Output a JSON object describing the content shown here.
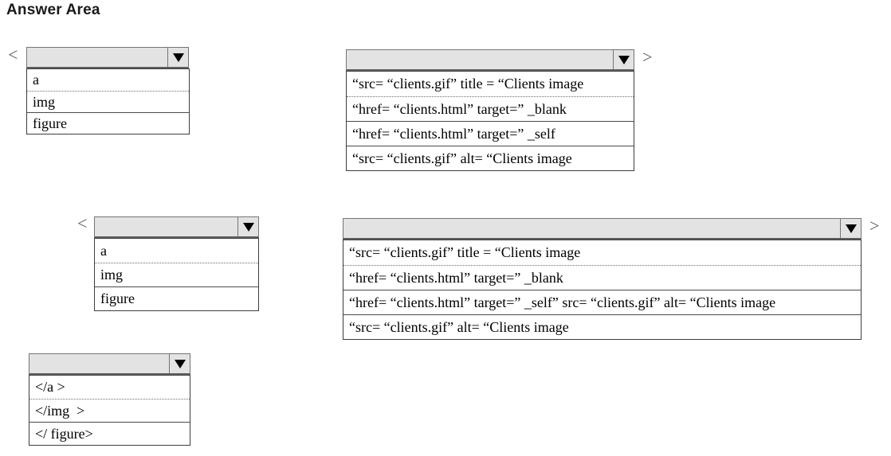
{
  "title": "Answer Area",
  "brackets": {
    "open": "<",
    "close": ">"
  },
  "colors": {
    "header_fill": "#e3e3e3",
    "header_border": "#757575",
    "list_border": "#3d3d3d",
    "arrow": "#000000",
    "bracket_text": "#5d5d5d"
  },
  "icons": {
    "dropdown_arrow": "down-triangle"
  },
  "groups": [
    {
      "name": "element-tag-1",
      "selected": "",
      "options": [
        "a",
        "img",
        "figure"
      ]
    },
    {
      "name": "attributes-1",
      "selected": "",
      "options": [
        "“src= “clients.gif” title = “Clients image",
        "“href= “clients.html” target=” _blank",
        "“href= “clients.html” target=” _self",
        "“src= “clients.gif” alt= “Clients image"
      ]
    },
    {
      "name": "element-tag-2",
      "selected": "",
      "options": [
        "a",
        "img",
        "figure"
      ]
    },
    {
      "name": "attributes-2",
      "selected": "",
      "options": [
        "“src= “clients.gif” title = “Clients image",
        "“href= “clients.html” target=” _blank",
        "“href= “clients.html” target=” _self” src= “clients.gif” alt= “Clients image",
        "“src= “clients.gif” alt= “Clients image"
      ]
    },
    {
      "name": "closing-tag",
      "selected": "",
      "options": [
        "</a >",
        "</img  >",
        "</ figure>"
      ]
    }
  ]
}
